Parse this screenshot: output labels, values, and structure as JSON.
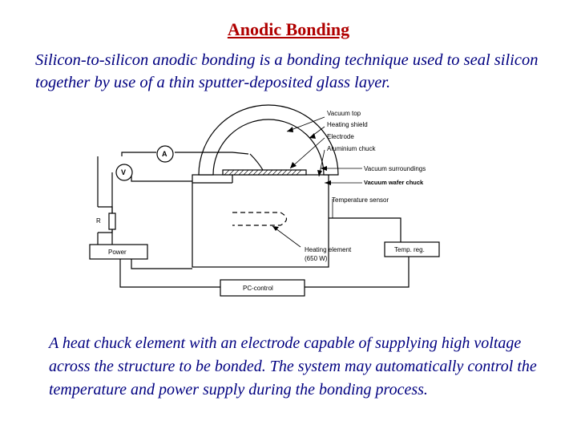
{
  "page": {
    "title": "Anodic Bonding",
    "intro": "Silicon-to-silicon anodic bonding is a bonding technique used to seal silicon together by use of a thin sputter-deposited glass layer.",
    "caption": "A heat chuck element with an electrode capable of supplying high voltage across the structure to be bonded. The system may automatically control the temperature and power supply during the bonding process."
  },
  "diagram": {
    "labels": {
      "vacuum_top": "Vacuum top",
      "heating_shield": "Heating shield",
      "electrode": "Electrode",
      "aluminium_chuck": "Aluminium chuck",
      "vacuum_surroundings": "Vacuum surroundings",
      "vacuum_wafer_chuck": "Vacuum wafer chuck",
      "temperature_sensor": "Temperature sensor",
      "heating_element": "Heating element",
      "heating_power": "(650 W)",
      "temp_reg": "Temp. reg.",
      "pc_control": "PC-control",
      "power": "Power",
      "ammeter": "A",
      "voltmeter": "V",
      "resistor": "R"
    }
  },
  "colors": {
    "title": "#b00000",
    "body_text": "#000080"
  }
}
